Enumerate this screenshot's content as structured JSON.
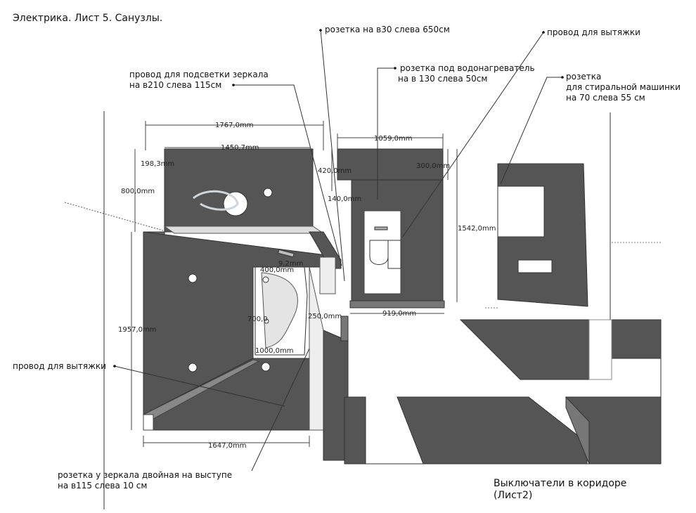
{
  "title": "Электрика. Лист 5. Санузлы.",
  "colors": {
    "wall": "#555555",
    "floor": "#ffffff",
    "line": "#333333",
    "dim": "#444444"
  },
  "annotations": {
    "socket_650": "розетка на в30 слева 650см",
    "vent_wire_top": "провод для вытяжки",
    "heater_socket_1": "розетка под водонагреватель",
    "heater_socket_2": "на в 130 слева 50см",
    "washer_socket_1": "розетка",
    "washer_socket_2": "для стиральной машинки",
    "washer_socket_3": "на 70 слева 55 см",
    "mirror_light_1": "провод для подсветки зеркала",
    "mirror_light_2": "на в210 слева 115см",
    "vent_wire_left": "провод для вытяжки",
    "mirror_socket_1": "розетка у зеркала двойная на выступе",
    "mirror_socket_2": "на в115 слева 10 см",
    "switches_1": "Выключатели в коридоре",
    "switches_2": "(Лист2)"
  },
  "dimensions": {
    "d1767": "1767,0mm",
    "d1450": "1450,7mm",
    "d198": "198,3mm",
    "d800": "800,0mm",
    "d1957": "1957,0mm",
    "d1647": "1647,0mm",
    "d420": "420,0mm",
    "d140": "140,0mm",
    "d1059": "1059,0mm",
    "d300": "300,0mm",
    "d1542": "1542,0mm",
    "d919": "919,0mm",
    "d400": "400,0mm",
    "d250": "250,0mm",
    "d1000": "1000,0mm",
    "d700": "700,0",
    "d9_2": "9,2mm"
  }
}
